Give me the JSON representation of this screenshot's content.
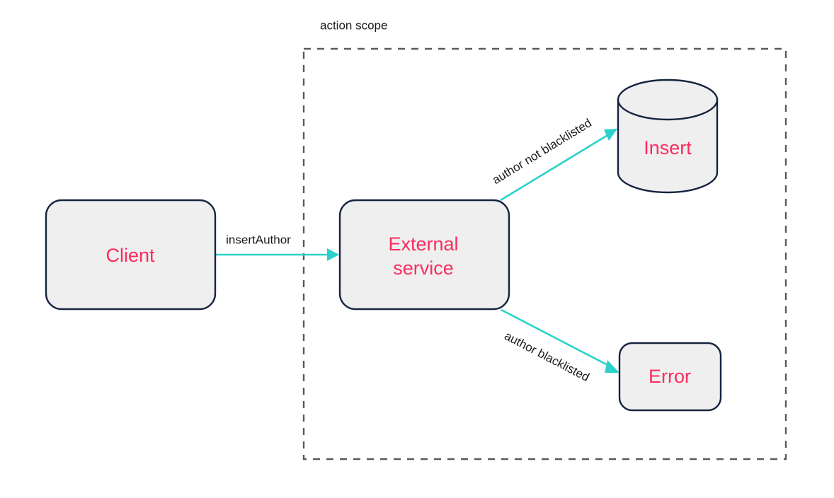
{
  "diagram": {
    "title_label": "action scope",
    "colors": {
      "node_text": "#FA2C5E",
      "node_fill": "#EFEFEF",
      "node_stroke": "#16243F",
      "edge": "#2BD1CA",
      "scope_stroke": "#5A5A5A",
      "label_text": "#1A1A1A",
      "background": "#FFFFFF"
    },
    "nodes": [
      {
        "id": "client",
        "label": "Client",
        "shape": "rounded-rect"
      },
      {
        "id": "external_service",
        "label_line1": "External",
        "label_line2": "service",
        "shape": "rounded-rect"
      },
      {
        "id": "insert",
        "label": "Insert",
        "shape": "cylinder"
      },
      {
        "id": "error",
        "label": "Error",
        "shape": "rounded-rect"
      }
    ],
    "edges": [
      {
        "id": "client-to-service",
        "label": "insertAuthor",
        "from": "client",
        "to": "external_service"
      },
      {
        "id": "service-to-insert",
        "label": "author not blacklisted",
        "from": "external_service",
        "to": "insert"
      },
      {
        "id": "service-to-error",
        "label": "author blacklisted",
        "from": "external_service",
        "to": "error"
      }
    ]
  }
}
